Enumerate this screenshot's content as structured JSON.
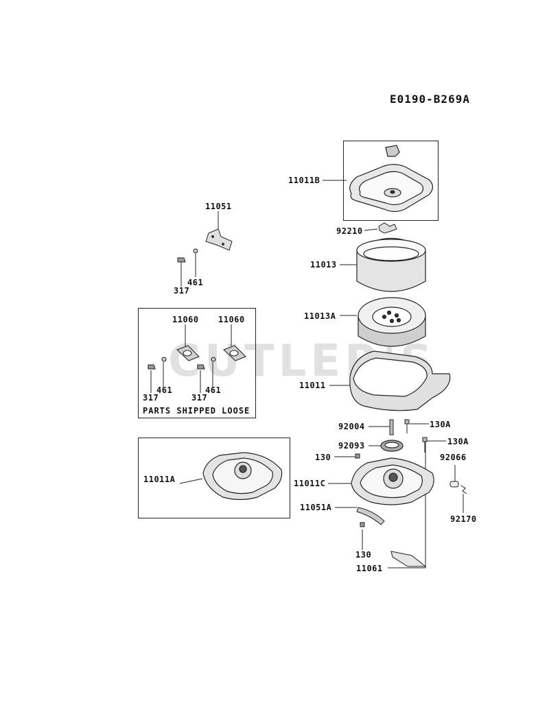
{
  "diagram_code": "E0190-B269A",
  "watermark": "CUTLER'S",
  "loose_parts_caption": "PARTS SHIPPED LOOSE",
  "labels": {
    "p11011B": "11011B",
    "p92210": "92210",
    "p11013": "11013",
    "p11013A": "11013A",
    "p11011": "11011",
    "p92004": "92004",
    "p130A_1": "130A",
    "p130A_2": "130A",
    "p92093": "92093",
    "p130_1": "130",
    "p92066": "92066",
    "p11011C": "11011C",
    "p11051A": "11051A",
    "p92170": "92170",
    "p130_2": "130",
    "p11061": "11061",
    "p11051": "11051",
    "p461_top": "461",
    "p317_top": "317",
    "p11060_1": "11060",
    "p11060_2": "11060",
    "p461_l": "461",
    "p317_l": "317",
    "p461_r": "461",
    "p317_r": "317",
    "p11011A": "11011A"
  }
}
